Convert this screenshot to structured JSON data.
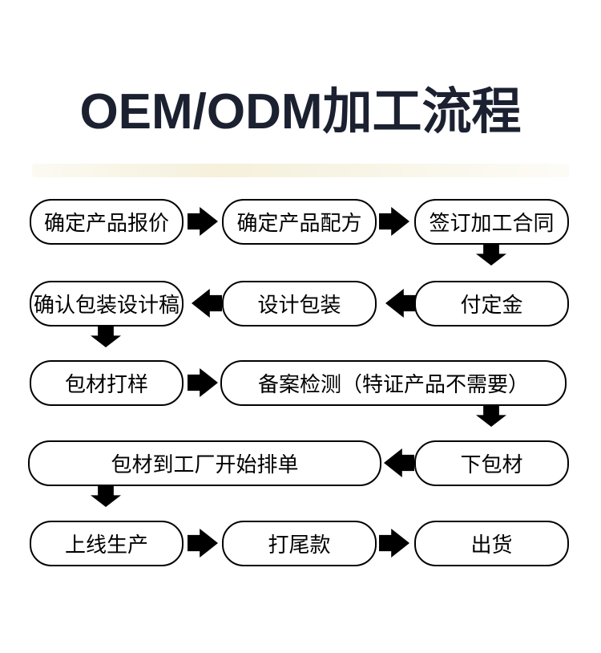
{
  "title": "OEM/ODM加工流程",
  "colors": {
    "background": "#ffffff",
    "title_text": "#1b2130",
    "box_border": "#000000",
    "box_fill": "#ffffff",
    "box_text": "#000000",
    "arrow": "#000000",
    "watermark_band": "#ece0ae"
  },
  "flow": {
    "nodes": [
      {
        "label": "确定产品报价"
      },
      {
        "label": "确定产品配方"
      },
      {
        "label": "签订加工合同"
      },
      {
        "label": "确认包装设计稿"
      },
      {
        "label": "设计包装"
      },
      {
        "label": "付定金"
      },
      {
        "label": "包材打样"
      },
      {
        "label": "备案检测（特证产品不需要）"
      },
      {
        "label": "包材到工厂开始排单"
      },
      {
        "label": "下包材"
      },
      {
        "label": "上线生产"
      },
      {
        "label": "打尾款"
      },
      {
        "label": "出货"
      }
    ],
    "edges": [
      {
        "from": "确定产品报价",
        "to": "确定产品配方",
        "direction": "right"
      },
      {
        "from": "确定产品配方",
        "to": "签订加工合同",
        "direction": "right"
      },
      {
        "from": "签订加工合同",
        "to": "付定金",
        "direction": "down"
      },
      {
        "from": "付定金",
        "to": "设计包装",
        "direction": "left"
      },
      {
        "from": "设计包装",
        "to": "确认包装设计稿",
        "direction": "left"
      },
      {
        "from": "确认包装设计稿",
        "to": "包材打样",
        "direction": "down"
      },
      {
        "from": "包材打样",
        "to": "备案检测（特证产品不需要）",
        "direction": "right"
      },
      {
        "from": "备案检测（特证产品不需要）",
        "to": "下包材",
        "direction": "down"
      },
      {
        "from": "下包材",
        "to": "包材到工厂开始排单",
        "direction": "left"
      },
      {
        "from": "包材到工厂开始排单",
        "to": "上线生产",
        "direction": "down"
      },
      {
        "from": "上线生产",
        "to": "打尾款",
        "direction": "right"
      },
      {
        "from": "打尾款",
        "to": "出货",
        "direction": "right"
      }
    ]
  }
}
